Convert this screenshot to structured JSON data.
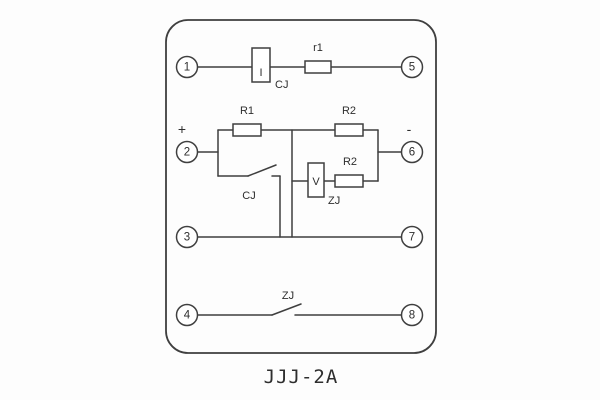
{
  "colors": {
    "line": "#3f3f3f",
    "text": "#2e2e2e",
    "bg": "#ffffff",
    "page": "#fdfdfd"
  },
  "caption": "JJJ-2A",
  "terminals": {
    "t1": "1",
    "t2": "2",
    "t3": "3",
    "t4": "4",
    "t5": "5",
    "t6": "6",
    "t7": "7",
    "t8": "8"
  },
  "labels": {
    "current_coil_symbol": "I",
    "current_coil_name": "CJ",
    "resistor_r1": "r1",
    "polarity_plus": "+",
    "polarity_minus": "-",
    "resistor_R1": "R1",
    "resistor_R2_top": "R2",
    "resistor_R2_bottom": "R2",
    "voltage_element_symbol": "V",
    "voltage_element_name": "ZJ",
    "cj_contact_name": "CJ",
    "zj_contact_name": "ZJ"
  }
}
